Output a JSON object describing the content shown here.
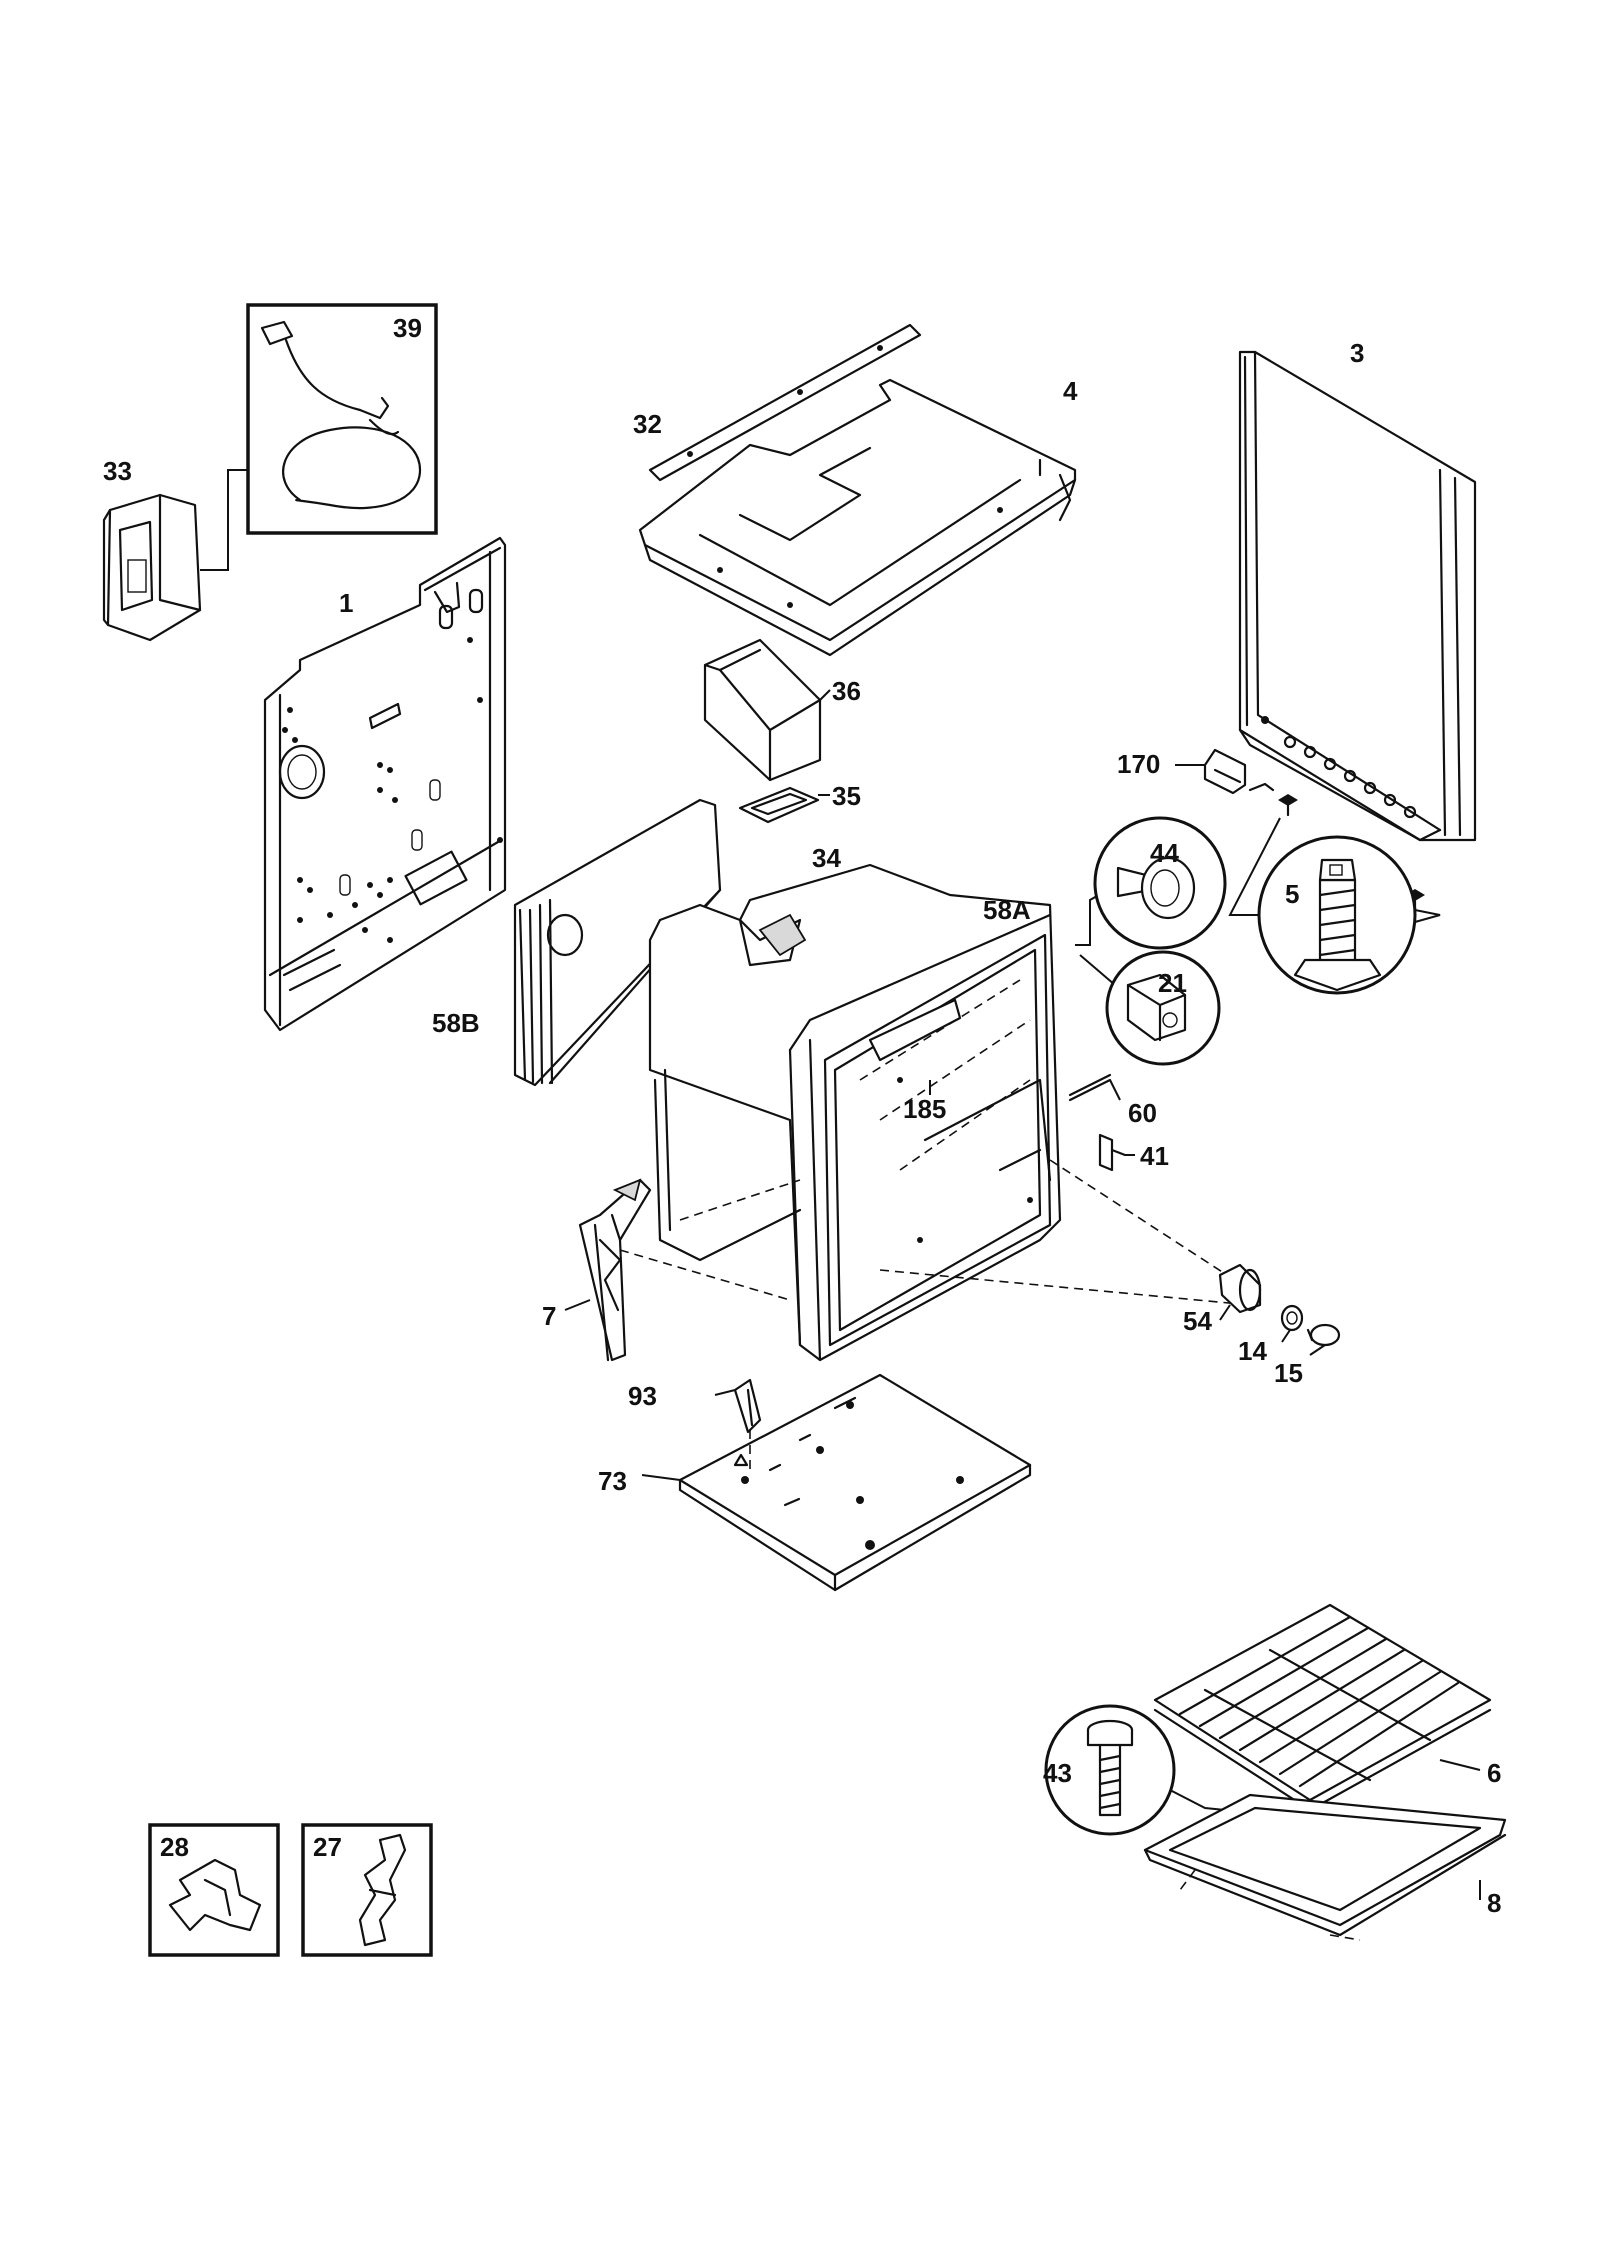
{
  "diagram": {
    "labels": {
      "p1": "1",
      "p3": "3",
      "p4": "4",
      "p5": "5",
      "p6": "6",
      "p7": "7",
      "p8": "8",
      "p14": "14",
      "p15": "15",
      "p21": "21",
      "p27": "27",
      "p28": "28",
      "p32": "32",
      "p33": "33",
      "p34": "34",
      "p35": "35",
      "p36": "36",
      "p39": "39",
      "p41": "41",
      "p43": "43",
      "p44": "44",
      "p54": "54",
      "p58A": "58A",
      "p58B": "58B",
      "p60": "60",
      "p73": "73",
      "p93": "93",
      "p170": "170",
      "p185": "185"
    }
  }
}
